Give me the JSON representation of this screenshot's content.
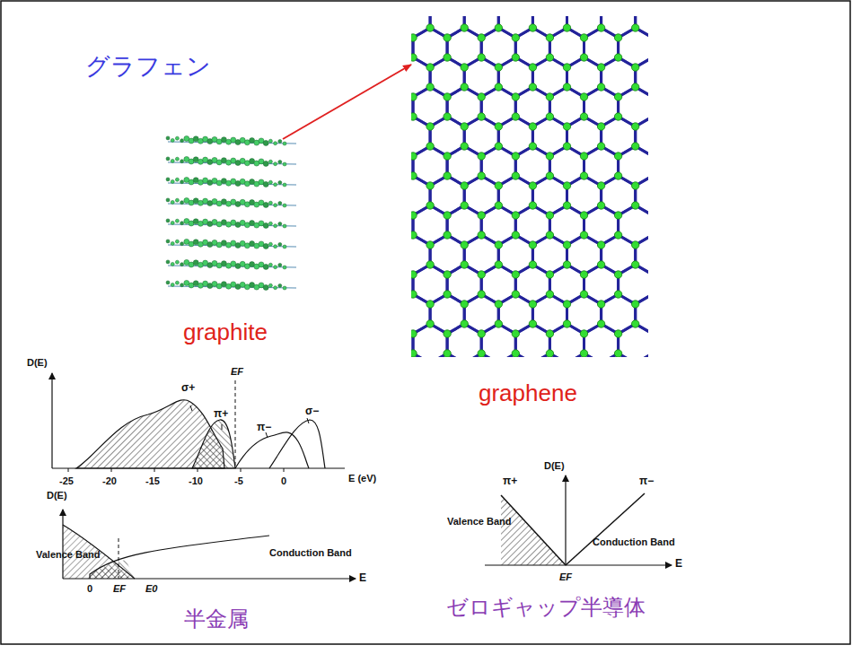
{
  "diagram": {
    "title": "グラフェン",
    "labels": [
      "graphite",
      "graphene",
      "D(E)",
      "σ+",
      "π+",
      "EF",
      "π−",
      "σ−",
      "E (eV)",
      "-25",
      "-20",
      "-15",
      "-10",
      "-5",
      "0",
      "D(E)",
      "Valence Band",
      "Conduction Band",
      "0",
      "EF",
      "E0",
      "E",
      "半金属",
      "D(E)",
      "π+",
      "π−",
      "Valence Band",
      "Conduction Band",
      "EF",
      "E",
      "ゼロギャップ半導体"
    ]
  }
}
